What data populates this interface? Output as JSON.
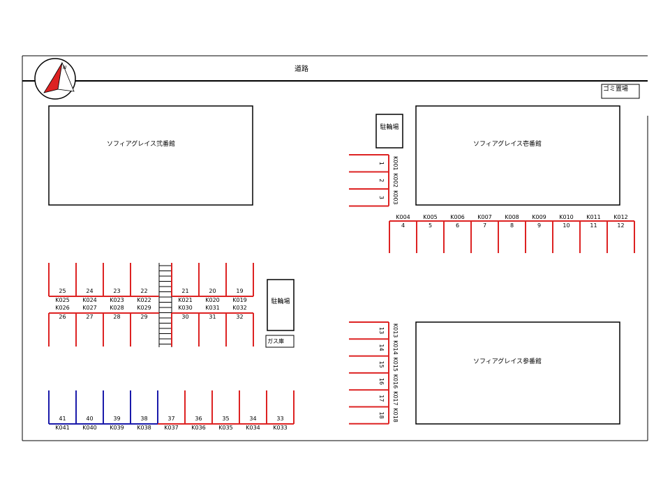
{
  "map": {
    "road_label": "道路",
    "north_label": "N",
    "garbage_label": "ゴミ置場",
    "bike_label": "駐輪場",
    "gas_label": "ガス庫",
    "buildings": {
      "ni": "ソフィアグレイス弐番館",
      "ichi": "ソフィアグレイス壱番館",
      "san": "ソフィアグレイス参番館"
    },
    "colors": {
      "red": "#dd2222",
      "blue": "#1a1aaa",
      "line": "#000000"
    }
  },
  "lots": {
    "vertical_right": {
      "nums": [
        "1",
        "2",
        "3"
      ],
      "codes": [
        "K001",
        "K002",
        "K003"
      ]
    },
    "row_k004": {
      "nums": [
        "4",
        "5",
        "6",
        "7",
        "8",
        "9",
        "10",
        "11",
        "12"
      ],
      "codes": [
        "K004",
        "K005",
        "K006",
        "K007",
        "K008",
        "K009",
        "K010",
        "K011",
        "K012"
      ]
    },
    "row_upper_left": {
      "nums": [
        "25",
        "24",
        "23",
        "22",
        "21",
        "20",
        "19"
      ],
      "codes": [
        "K025",
        "K024",
        "K023",
        "K022",
        "K021",
        "K020",
        "K019"
      ]
    },
    "row_lower_left": {
      "nums": [
        "26",
        "27",
        "28",
        "29",
        "30",
        "31",
        "32"
      ],
      "codes": [
        "K026",
        "K027",
        "K028",
        "K029",
        "K030",
        "K031",
        "K032"
      ]
    },
    "row_bottom": {
      "nums": [
        "41",
        "40",
        "39",
        "38",
        "37",
        "36",
        "35",
        "34",
        "33"
      ],
      "codes": [
        "K041",
        "K040",
        "K039",
        "K038",
        "K037",
        "K036",
        "K035",
        "K034",
        "K033"
      ]
    },
    "vertical_k013": {
      "nums": [
        "13",
        "14",
        "15",
        "16",
        "17",
        "18"
      ],
      "codes": [
        "K013",
        "K014",
        "K015",
        "K016",
        "K017",
        "K018"
      ]
    }
  }
}
